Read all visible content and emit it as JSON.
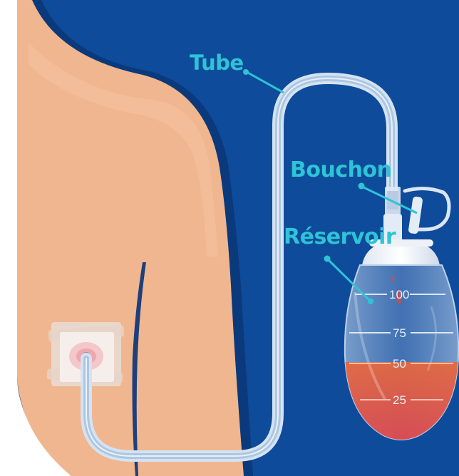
{
  "labels": {
    "tube": "Tube",
    "bouchon": "Bouchon",
    "reservoir": "Réservoir"
  },
  "graduations": [
    "100",
    "75",
    "50",
    "25"
  ],
  "fill_level_ml": 50,
  "colors": {
    "background": "#0f4b9b",
    "background_dark": "#0b3f87",
    "skin": "#f0b68f",
    "skin_shadow": "#e3a27a",
    "label": "#2ec4d6",
    "fluid": "#e2553c",
    "tube": "#c9dcee"
  }
}
